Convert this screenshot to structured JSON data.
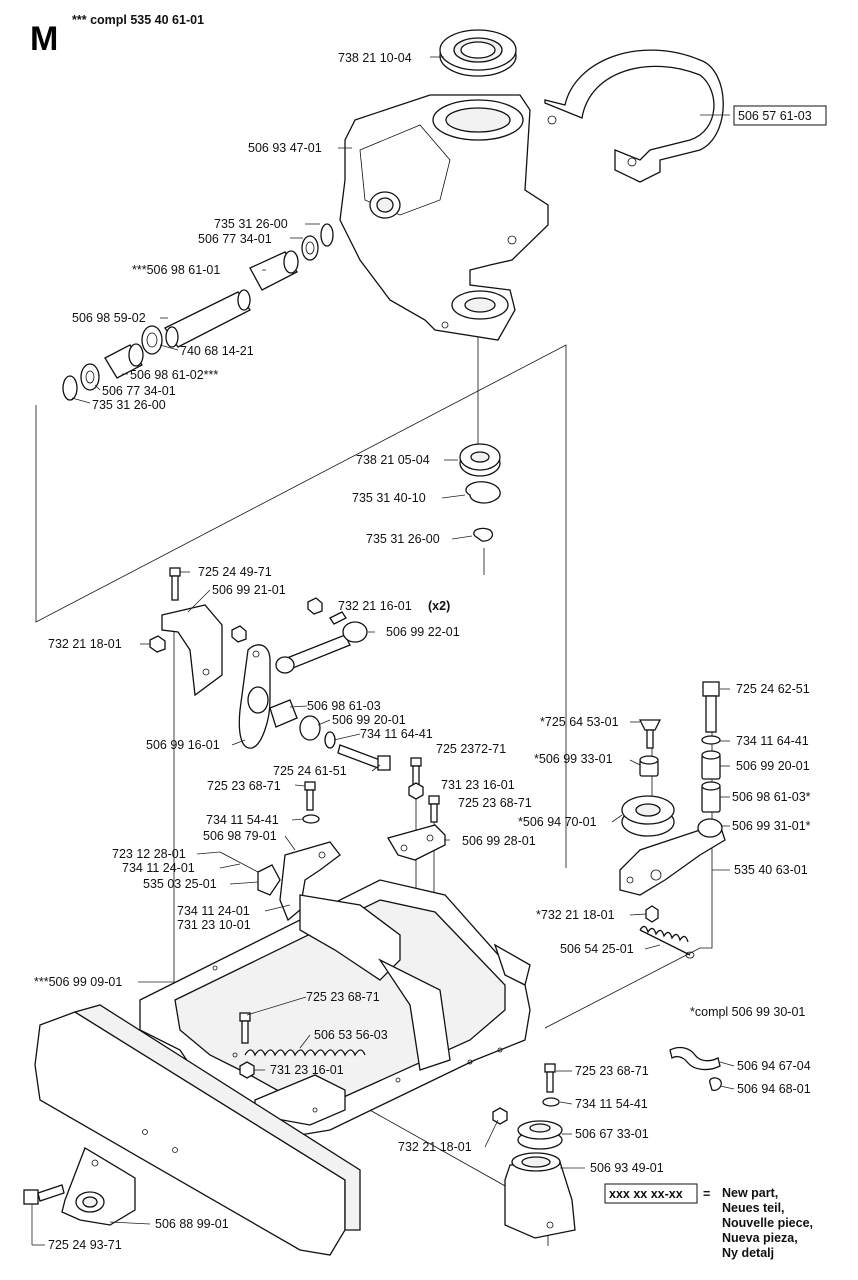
{
  "header": {
    "section_letter": "M",
    "compl_label": "*** compl 535 40 61-01"
  },
  "labels": {
    "p738211004": "738 21 10-04",
    "p506576103": "506 57 61-03",
    "p506934701": "506 93 47-01",
    "p735312600a": "735 31 26-00",
    "p506773401a": "506 77 34-01",
    "p506986101": "***506 98 61-01",
    "p506985902": "506 98 59-02",
    "p740681421": "740 68 14-21",
    "p506986102": "506 98 61-02***",
    "p506773401b": "506 77 34-01",
    "p735312600b": "735 31 26-00",
    "p738210504": "738 21 05-04",
    "p735314010": "735 31 40-10",
    "p735312600c": "735 31 26-00",
    "p725244971": "725 24 49-71",
    "p506992101": "506 99 21-01",
    "p732211601a": "732 21 16-01",
    "x2": "(x2)",
    "p732211801a": "732 21 18-01",
    "p506992201": "506 99 22-01",
    "p506986103a": "506 98 61-03",
    "p506992001a": "506 99 20-01",
    "p734116441a": "734 11 64-41",
    "p506991601": "506 99 16-01",
    "p725237271": "725 2372-71",
    "p725246151": "725 24 61-51",
    "p725236871a": "725 23 68-71",
    "p731231601a": "731 23 16-01",
    "p725236871b": "725 23 68-71",
    "p734115441a": "734 11 54-41",
    "p506987901": "506 98 79-01",
    "p506992801": "506 99 28-01",
    "p723122801": "723 12 28-01",
    "p734112401a": "734 11 24-01",
    "p535032501": "535 03 25-01",
    "p734112401b": "734 11 24-01",
    "p731231001": "731 23 10-01",
    "p506990901": "***506 99 09-01",
    "p725236871c": "725 23 68-71",
    "p506535603": "506 53 56-03",
    "p731231601b": "731 23 16-01",
    "p725246251": "725 24 62-51",
    "p725645301": "*725 64 53-01",
    "p734116441b": "734 11 64-41",
    "p506993301": "*506 99 33-01",
    "p506992001b": "506 99 20-01",
    "p506986103b": "506 98 61-03*",
    "p506947001": "*506 94 70-01",
    "p506993101": "506 99 31-01*",
    "p535406301": "535 40 63-01",
    "p732211801b": "*732 21 18-01",
    "p506542501": "506 54 25-01",
    "compl2": "*compl 506 99 30-01",
    "p506946704": "506 94 67-04",
    "p506946801": "506 94 68-01",
    "p725236871d": "725 23 68-71",
    "p734115441b": "734 11 54-41",
    "p506673301": "506 67 33-01",
    "p732211801c": "732 21 18-01",
    "p506934901": "506 93 49-01",
    "p725249371": "725 24 93-71",
    "p506889901": "506 88 99-01"
  },
  "legend": {
    "code": "xxx xx xx-xx",
    "equals": "=",
    "lines": [
      "New part,",
      "Neues teil,",
      "Nouvelle piece,",
      "Nueva pieza,",
      "Ny detalj"
    ]
  }
}
